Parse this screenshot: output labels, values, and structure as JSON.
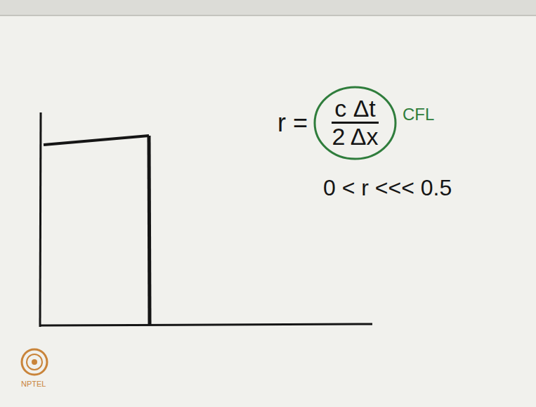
{
  "diagram": {
    "nodes": [
      {
        "text": [
          "c Δt",
          "2 Δx"
        ]
      }
    ],
    "labels": [
      "r =",
      "CFL",
      "0 < r <<< 0.5",
      "NPTEL"
    ]
  }
}
